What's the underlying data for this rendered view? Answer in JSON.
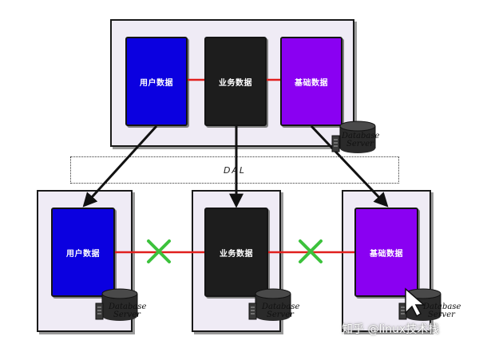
{
  "central": {
    "user_data": "用户数据",
    "business_data": "业务数据",
    "base_data": "基础数据",
    "db_line1": "Database",
    "db_line2": "Server"
  },
  "dal_label": "DAL",
  "nodes": [
    {
      "label": "用户数据",
      "db_line1": "Database",
      "db_line2": "Server"
    },
    {
      "label": "业务数据",
      "db_line1": "Database",
      "db_line2": "Server"
    },
    {
      "label": "基础数据",
      "db_line1": "Database",
      "db_line2": "Server"
    }
  ],
  "watermark": "知乎 @linux技术栈",
  "colors": {
    "user": "#0b00e0",
    "business": "#1d1d1d",
    "base": "#8a00f2",
    "link": "#e0201e",
    "cross": "#3cc23c"
  }
}
